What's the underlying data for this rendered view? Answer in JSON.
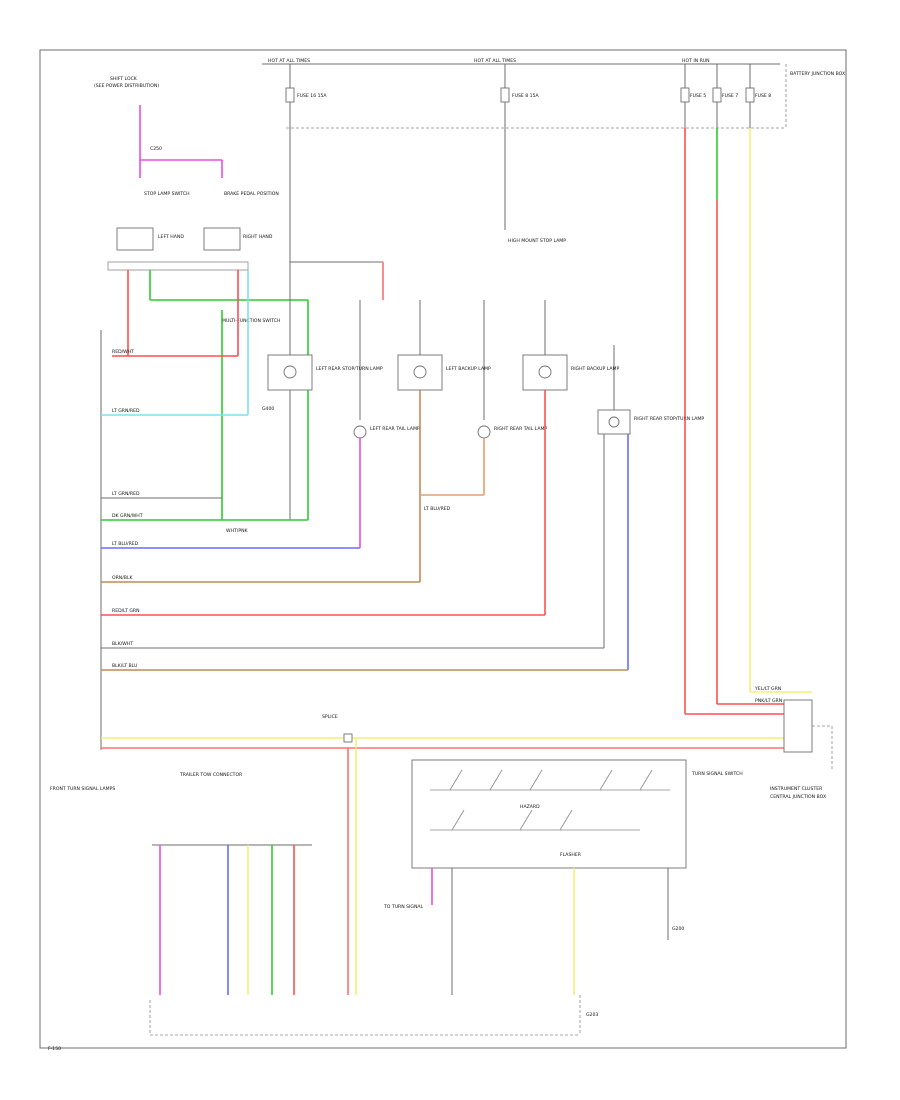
{
  "fuse_panel": {
    "feed_left": "HOT AT ALL TIMES",
    "feed_mid": "HOT AT ALL TIMES",
    "feed_right": "HOT IN RUN",
    "fuse_left": "FUSE 16 15A",
    "fuse_mid": "FUSE 8 15A",
    "fuse_r1": "FUSE 5",
    "fuse_r2": "FUSE 7",
    "fuse_r3": "FUSE 8",
    "panel_label": "BATTERY JUNCTION BOX"
  },
  "left_section": {
    "top_label": "SHIFT LOCK",
    "top_sub": "(SEE POWER DISTRIBUTION)",
    "connector_label": "C250",
    "switch_label_1": "STOP LAMP SWITCH",
    "switch_label_2": "BRAKE PEDAL POSITION",
    "left_switch_label": "LEFT HAND",
    "right_switch_label": "RIGHT HAND",
    "relay_label": "MULTI-FUNCTION SWITCH"
  },
  "lamps": {
    "lamp1": "LEFT REAR STOP/TURN LAMP",
    "lamp2": "LEFT BACKUP LAMP",
    "lamp3": "RIGHT BACKUP LAMP",
    "lamp4": "RIGHT REAR STOP/TURN LAMP",
    "lamp5": "LEFT REAR TAIL LAMP",
    "lamp6": "RIGHT REAR TAIL LAMP",
    "lamp7": "HIGH MOUNT STOP LAMP",
    "ground_label": "G400"
  },
  "wire_labels": {
    "w1": "LT GRN/RED",
    "w2": "RED/WHT",
    "w3": "LT GRN/RED",
    "w4": "LT BLU/RED",
    "w5": "WHT/PNK",
    "w6": "DK GRN/WHT",
    "w7": "LT BLU/RED",
    "w8": "ORN/BLK",
    "w9": "RED/LT GRN",
    "w10": "BLK/WHT",
    "w11": "BLK/LT BLU",
    "w12": "YEL/LT GRN",
    "w13": "PNK/LT GRN"
  },
  "bottom_section": {
    "junction_label": "SPLICE",
    "left_module": "TRAILER TOW CONNECTOR",
    "right_module": "CENTRAL JUNCTION BOX",
    "switch_box": "TURN SIGNAL SWITCH",
    "hazard_label": "HAZARD",
    "flasher_label": "FLASHER",
    "ground_bottom": "G203",
    "ground_right": "G200",
    "left_note": "FRONT TURN SIGNAL LAMPS",
    "right_note": "INSTRUMENT CLUSTER",
    "signal_label": "TO TURN SIGNAL",
    "page_tag": "F-150"
  },
  "colors": {
    "pink": "#e84fe0",
    "green": "#2ecc2e",
    "red": "#ff4f4f",
    "cyan": "#7fe0f0",
    "blue": "#6b6bff",
    "orange": "#e0a070",
    "tan": "#c08a5a",
    "yellow": "#f0f07a",
    "gray": "#6e6e6e",
    "lightred": "#ff7070"
  }
}
